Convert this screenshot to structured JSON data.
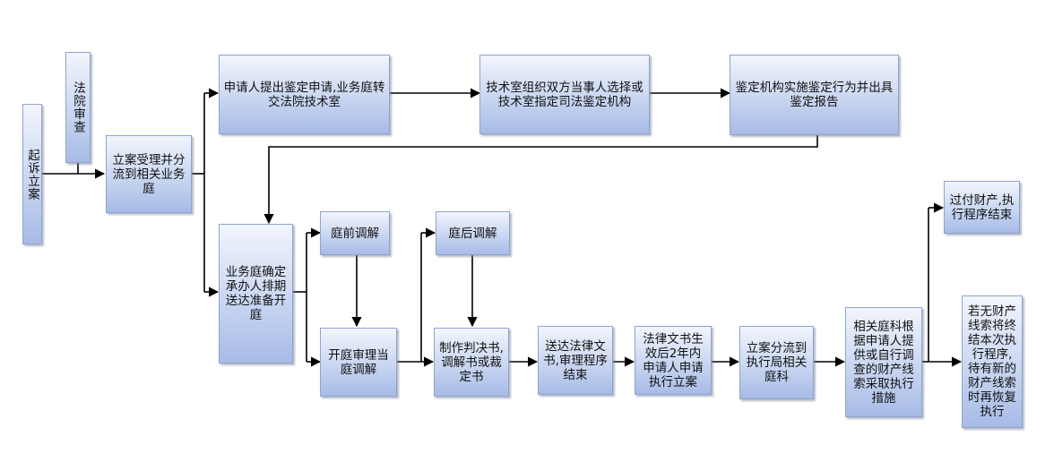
{
  "nodes": {
    "qisu": "起诉立案",
    "fayuan": "法院审查",
    "lian": "立案受理并分流到相关业务庭",
    "shenqing": "申请人提出鉴定申请,业务庭转交法院技术室",
    "jishu": "技术室组织双方当事人选择或技术室指定司法鉴定机构",
    "jianding": "鉴定机构实施鉴定行为并出具鉴定报告",
    "yewu": "业务庭确定承办人排期送达准备开庭",
    "tingqian": "庭前调解",
    "kaiting": "开庭审理当庭调解",
    "tinghou": "庭后调解",
    "zhizuo": "制作判决书,调解书或裁定书",
    "songda": "送达法律文书,审理程序结束",
    "falv": "法律文书生效后2年内申请人申请执行立案",
    "zhixing": "立案分流到执行局相关庭科",
    "xiangguan": "相关庭科根据申请人提供或自行调查的财产线索采取执行措施",
    "guofu": "过付财产,执行程序结束",
    "ruowu": "若无财产线索将终结本次执行程序,待有新的财产线索时再恢复执行"
  }
}
